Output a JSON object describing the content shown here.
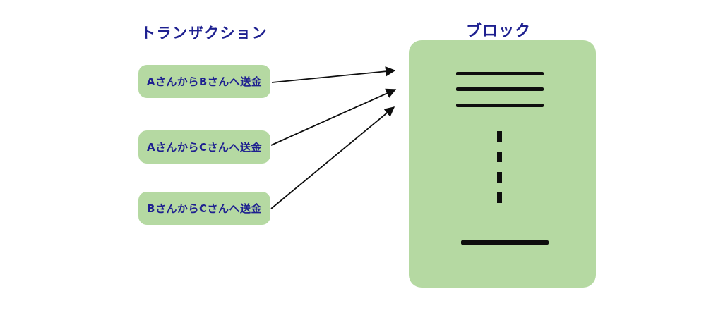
{
  "diagram": {
    "left_title": "トランザクション",
    "right_title": "ブロック",
    "transactions": [
      "AさんからBさんへ送金",
      "AさんからCさんへ送金",
      "BさんからCさんへ送金"
    ]
  },
  "colors": {
    "background": "#ffffff",
    "box_green": "#b5d9a2",
    "title_navy": "#1e2090",
    "label_navy": "#1e2090",
    "line_black": "#0e0e0e"
  }
}
